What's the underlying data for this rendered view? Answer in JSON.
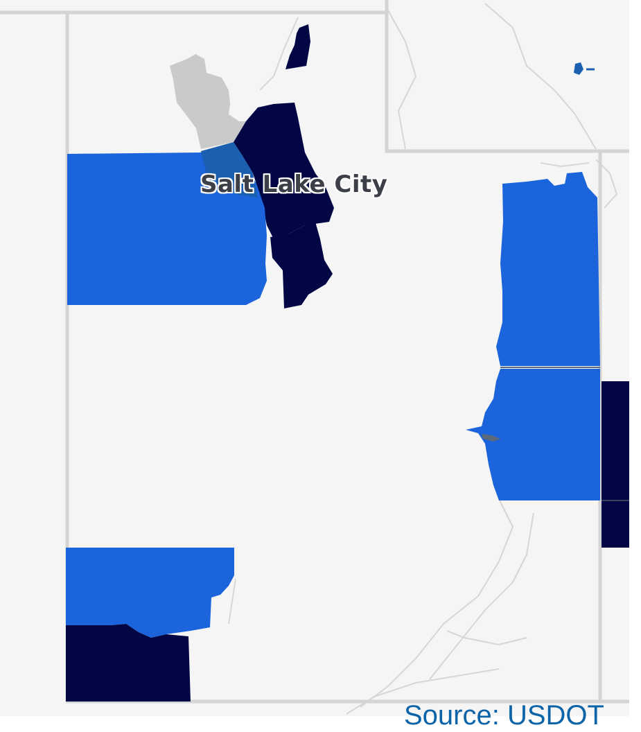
{
  "map": {
    "city_label": "Salt Lake City",
    "source_text": "Source: USDOT"
  },
  "colors": {
    "background": "#f5f5f5",
    "state_border": "#d4d4d4",
    "road": "#d6d6d6",
    "dark_navy": "#020645",
    "bright_blue": "#1c64db",
    "mid_blue": "#1a5fb0",
    "light_gray": "#cacaca",
    "accent_text": "#0b63a8"
  },
  "regions": [
    {
      "name": "northwest-county",
      "category": "light_gray"
    },
    {
      "name": "davis-county",
      "category": "dark_navy"
    },
    {
      "name": "north-small-county",
      "category": "dark_navy"
    },
    {
      "name": "tooele-county",
      "category": "bright_blue"
    },
    {
      "name": "salt-lake-wedge",
      "category": "mid_blue"
    },
    {
      "name": "salt-lake-county",
      "category": "dark_navy"
    },
    {
      "name": "daggett-uintah-county",
      "category": "bright_blue"
    },
    {
      "name": "grand-county",
      "category": "bright_blue"
    },
    {
      "name": "east-edge-county",
      "category": "dark_navy"
    },
    {
      "name": "southwest-county",
      "category": "bright_blue"
    },
    {
      "name": "washington-county",
      "category": "dark_navy"
    }
  ]
}
